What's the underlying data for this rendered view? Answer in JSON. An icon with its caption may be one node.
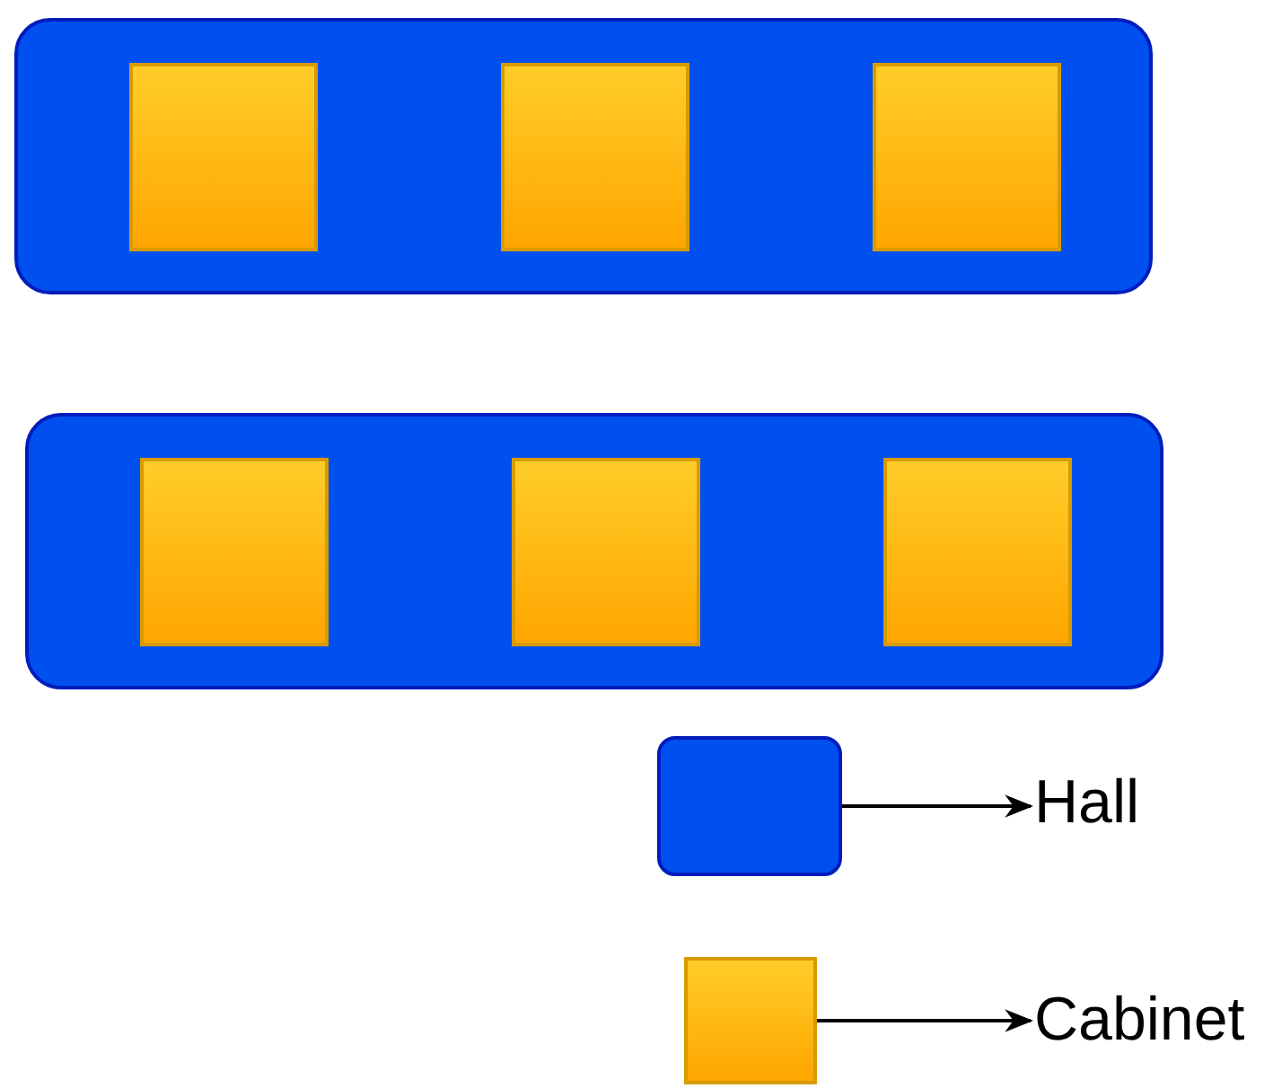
{
  "diagram": {
    "nodes": [
      {
        "text": [],
        "shape": "box"
      },
      {
        "text": [],
        "shape": "box",
        "in": 0
      },
      {
        "text": [],
        "shape": "box",
        "in": 0
      },
      {
        "text": [],
        "shape": "box",
        "in": 0
      },
      {
        "text": [],
        "shape": "box"
      },
      {
        "text": [],
        "shape": "box",
        "in": 4
      },
      {
        "text": [],
        "shape": "box",
        "in": 4
      },
      {
        "text": [],
        "shape": "box",
        "in": 4
      },
      {
        "text": [],
        "shape": "box"
      },
      {
        "text": [
          "Hall"
        ]
      },
      {
        "text": [],
        "shape": "box"
      },
      {
        "text": [
          "Cabinet"
        ]
      }
    ],
    "edges": [
      {
        "from": 8,
        "to": 9,
        "arrow": "to"
      },
      {
        "from": 10,
        "to": 11,
        "arrow": "to"
      }
    ]
  }
}
